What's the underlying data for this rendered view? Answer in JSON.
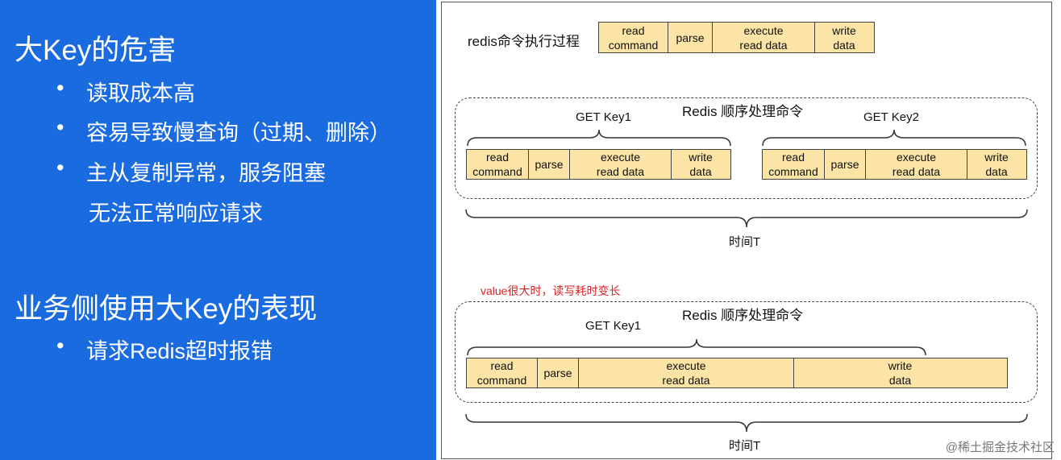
{
  "left": {
    "heading1": "大Key的危害",
    "bullets1": [
      "读取成本高",
      "容易导致慢查询（过期、删除）",
      "主从复制异常，服务阻塞"
    ],
    "sub": "无法正常响应请求",
    "heading2": "业务侧使用大Key的表现",
    "bullets2": [
      "请求Redis超时报错"
    ]
  },
  "diagram": {
    "top_label": "redis命令执行过程",
    "top_cells": [
      "read\ncommand",
      "parse",
      "execute\nread data",
      "write\ndata"
    ],
    "group1": {
      "title": "Redis 顺序处理命令",
      "key1": "GET Key1",
      "key2": "GET Key2",
      "cells1": [
        "read\ncommand",
        "parse",
        "execute\nread data",
        "write\ndata"
      ],
      "cells2": [
        "read\ncommand",
        "parse",
        "execute\nread data",
        "write\ndata"
      ],
      "time": "时间T"
    },
    "note": "value很大时，读写耗时变长",
    "group2": {
      "title": "Redis 顺序处理命令",
      "key1": "GET Key1",
      "cells": [
        "read\ncommand",
        "parse",
        "execute\nread data",
        "write\ndata"
      ],
      "time": "时间T"
    }
  },
  "watermark": "@稀土掘金技术社区",
  "colors": {
    "left_bg": "#1a6be0",
    "cell_fill": "#fbe4a6",
    "note_red": "#d6262a"
  }
}
